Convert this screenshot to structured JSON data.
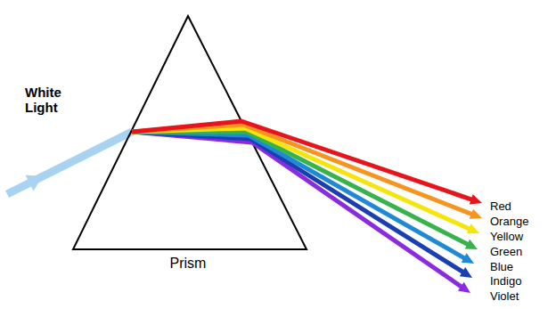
{
  "diagram": {
    "labels": [
      "White Light",
      "Prism",
      "Red",
      "Orange",
      "Yellow",
      "Green",
      "Blue",
      "Indigo",
      "Violet"
    ]
  }
}
